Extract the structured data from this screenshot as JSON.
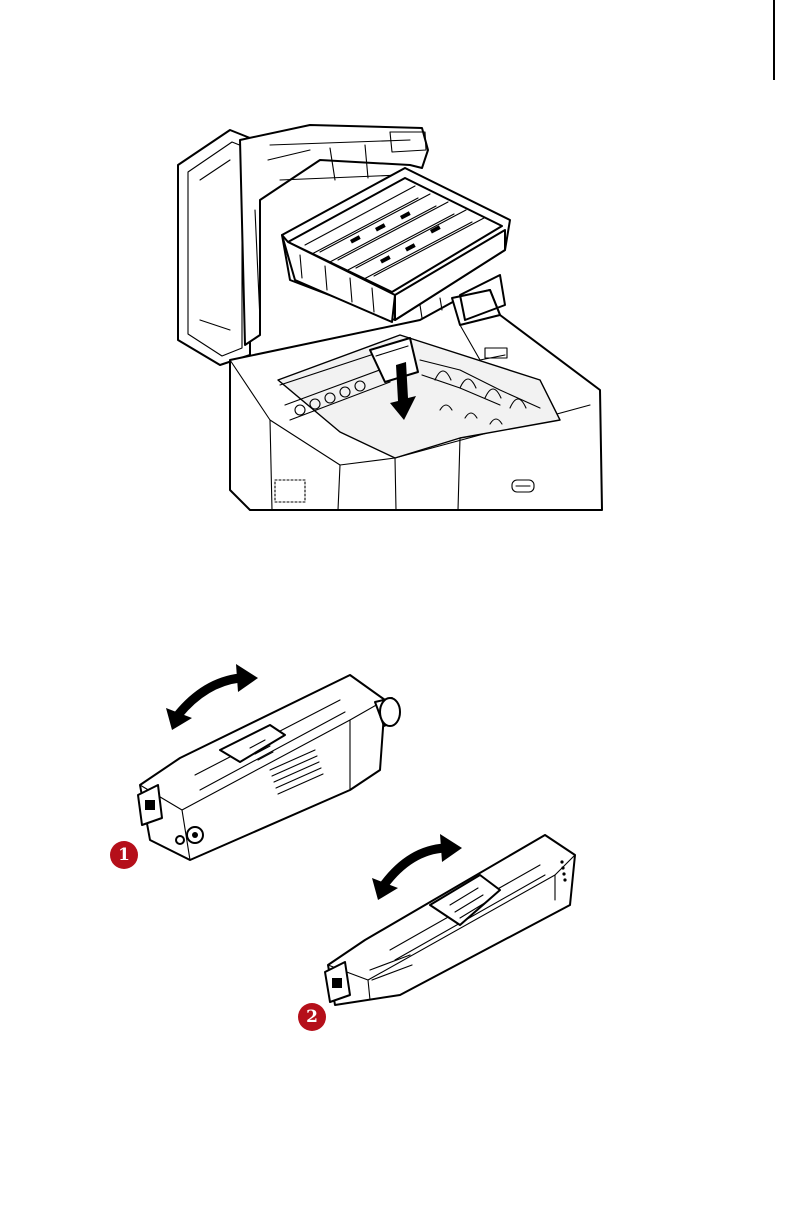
{
  "page": {
    "steps": [
      {
        "number": "1"
      },
      {
        "number": "2"
      }
    ]
  },
  "figures": {
    "top": {
      "icon": "printer-drum-insert-illustration"
    },
    "bottom": {
      "icon": "toner-cartridge-shake-illustration"
    }
  }
}
